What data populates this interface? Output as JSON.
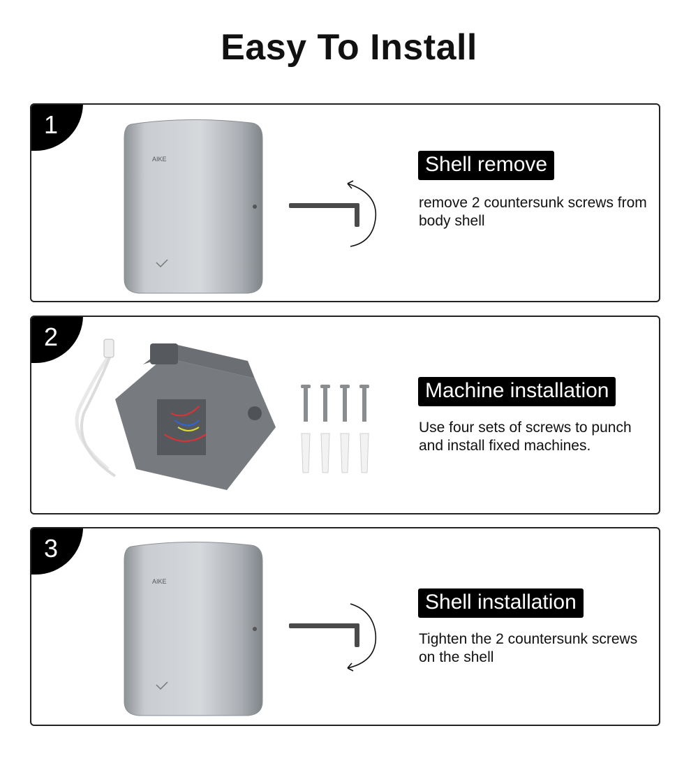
{
  "title": "Easy To Install",
  "brand": "AIKE",
  "steps": [
    {
      "number": "1",
      "heading": "Shell remove",
      "text": "remove 2 countersunk screws from body shell"
    },
    {
      "number": "2",
      "heading": "Machine installation",
      "text": "Use four sets of screws to punch and install fixed machines."
    },
    {
      "number": "3",
      "heading": "Shell installation",
      "text": "Tighten the 2 countersunk screws on the shell"
    }
  ],
  "colors": {
    "badge": "#000000",
    "heading_bg": "#000000",
    "dryer": "#b9bdc1"
  }
}
